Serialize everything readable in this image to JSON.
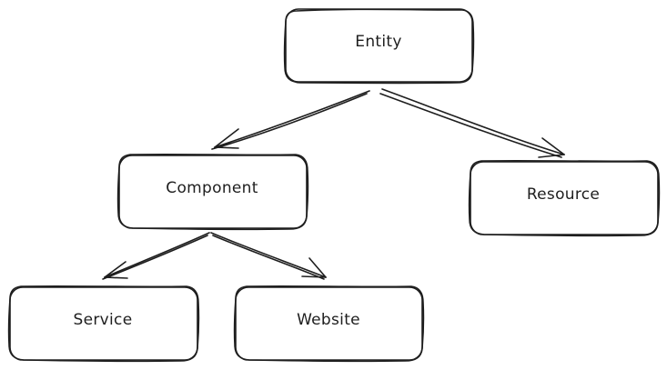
{
  "nodes": {
    "entity": "Entity",
    "component": "Component",
    "resource": "Resource",
    "service": "Service",
    "website": "Website"
  },
  "colors": {
    "stroke": "#1e1e1e",
    "background": "#ffffff"
  }
}
